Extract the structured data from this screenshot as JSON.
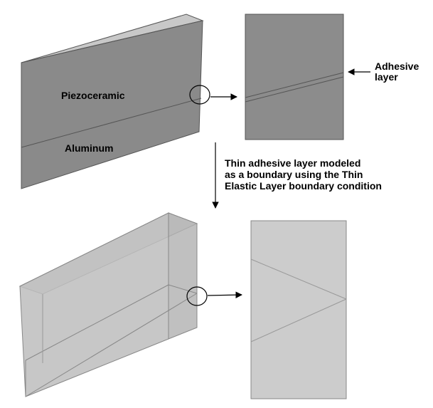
{
  "labels": {
    "piezoceramic": "Piezoceramic",
    "aluminum": "Aluminum",
    "adhesive_line1": "Adhesive",
    "adhesive_line2": "layer"
  },
  "caption": {
    "line1": "Thin adhesive layer modeled",
    "line2": "as a boundary using the Thin",
    "line3": "Elastic Layer boundary condition"
  },
  "colors": {
    "solid_front": "#8a8a8a",
    "solid_top": "#c8c8c8",
    "solid_side": "#7a7a7a",
    "transparent_fill": "#bdbdbd",
    "transparent_top": "#dedede",
    "zoom_solid": "#8c8c8c",
    "zoom_transparent": "#cccccc",
    "edge": "#555555",
    "arrow": "#000000"
  }
}
